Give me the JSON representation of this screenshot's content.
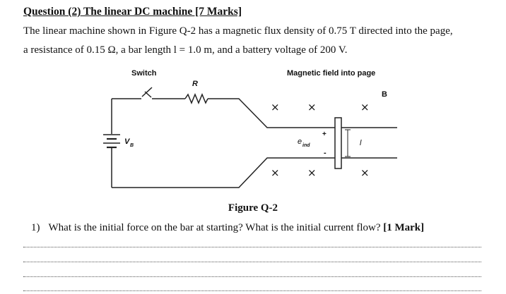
{
  "question": {
    "heading": "Question (2) The linear DC machine [7 Marks]",
    "line1": "The linear machine shown in Figure Q-2 has a magnetic flux density of 0.75 T directed into the page,",
    "line2": "a resistance of 0.15 Ω, a bar length l = 1.0 m, and a battery voltage of 200 V."
  },
  "figure": {
    "switch_label": "Switch",
    "resistor_label": "R",
    "field_label": "Magnetic field into page",
    "b_label": "B",
    "battery_label": "V",
    "battery_sub": "B",
    "eind_label": "e",
    "eind_sub": "ind",
    "plus_sign": "+",
    "minus_sign": "-",
    "length_label": "l",
    "cross_mark": "×",
    "caption": "Figure Q-2"
  },
  "subquestion": {
    "number": "1)",
    "text": "What is the initial force on the bar at starting? What is the initial current flow? ",
    "marks": "[1 Mark]"
  }
}
